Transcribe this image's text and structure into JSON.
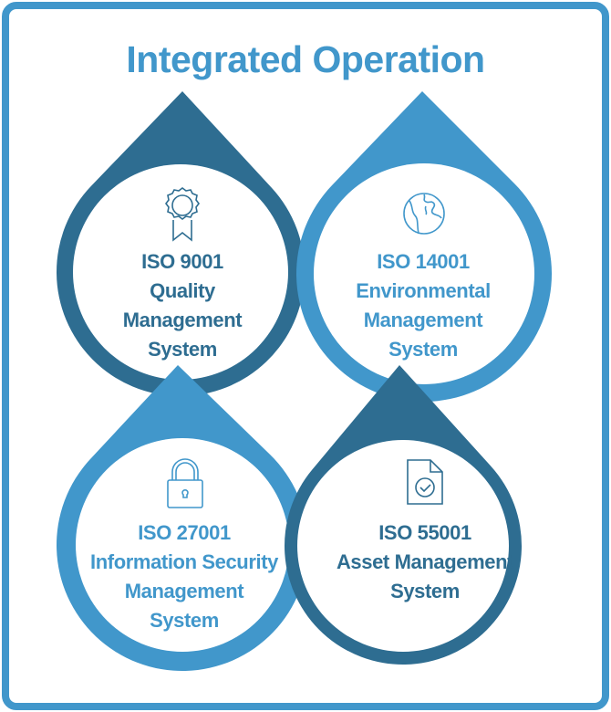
{
  "title": "Integrated Operation",
  "colors": {
    "dark": "#2e6d91",
    "light": "#4197cb",
    "frame": "#4197cb"
  },
  "standards": [
    {
      "icon": "award-ribbon-icon",
      "color": "dark",
      "lines": [
        "ISO 9001",
        "Quality",
        "Management",
        "System"
      ]
    },
    {
      "icon": "globe-icon",
      "color": "light",
      "lines": [
        "ISO 14001",
        "Environmental",
        "Management",
        "System"
      ]
    },
    {
      "icon": "padlock-icon",
      "color": "light",
      "lines": [
        "ISO 27001",
        "Information Security",
        "Management",
        "System"
      ]
    },
    {
      "icon": "document-check-icon",
      "color": "dark",
      "lines": [
        "ISO 55001",
        "Asset Management",
        "System"
      ]
    }
  ]
}
